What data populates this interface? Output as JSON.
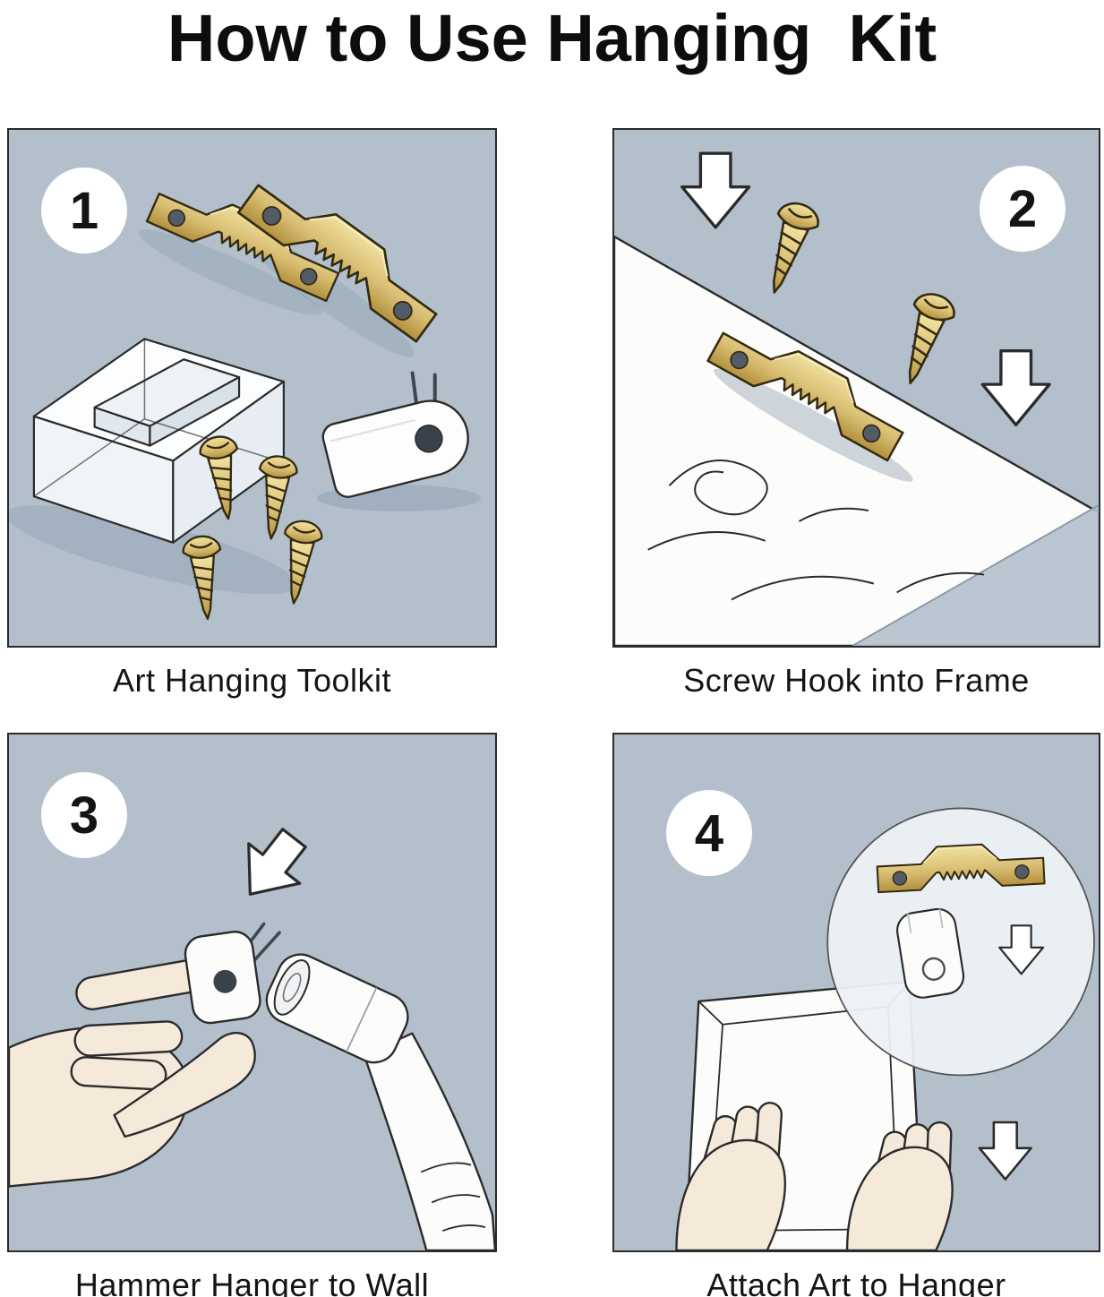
{
  "title": "How to Use Hanging  Kit",
  "steps": [
    {
      "number": "1",
      "caption": "Art Hanging Toolkit"
    },
    {
      "number": "2",
      "caption": "Screw Hook into Frame"
    },
    {
      "number": "3",
      "caption": "Hammer Hanger to Wall"
    },
    {
      "number": "4",
      "caption": "Attach Art to Hanger"
    }
  ],
  "colors": {
    "panel_background": "#b3c0cc",
    "brass": "#d9bf74",
    "brass_dark": "#b3913f",
    "outline": "#2b2b2b",
    "skin": "#f5e9d9",
    "object_white": "#fcfcfb"
  }
}
